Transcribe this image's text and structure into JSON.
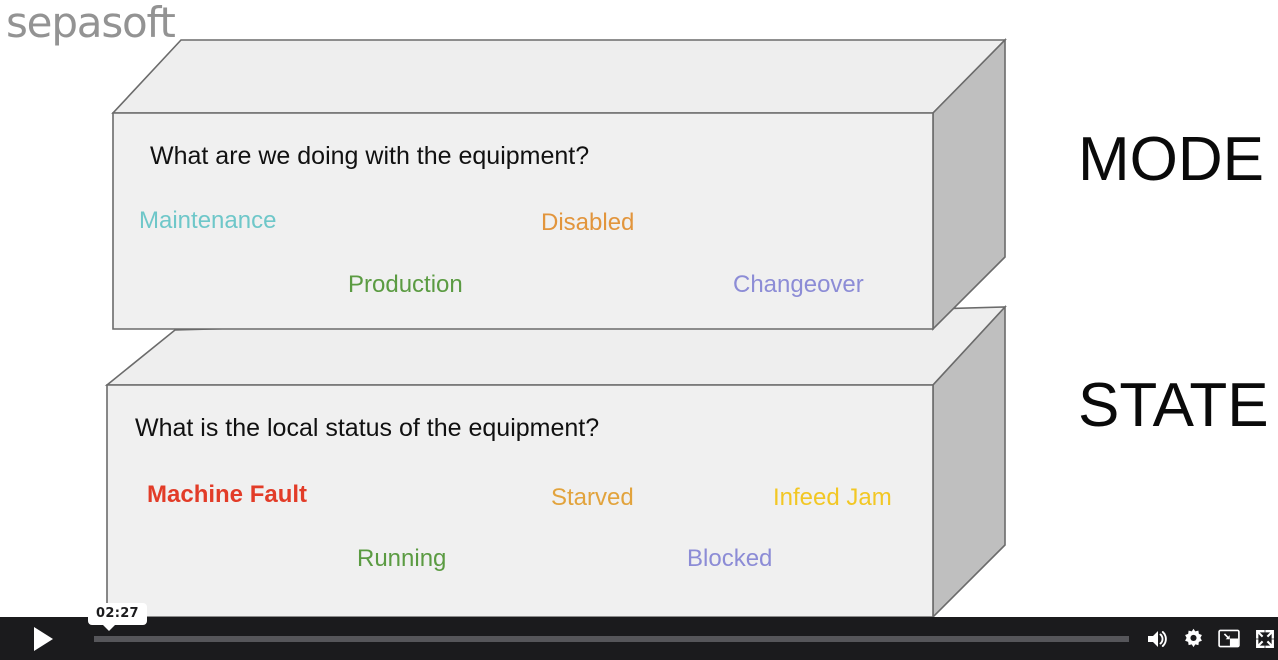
{
  "brand": {
    "logo_text": "sepasoft"
  },
  "diagram": {
    "mode_layer": {
      "side_label": "MODE",
      "question": "What are we doing with the equipment?",
      "chips": [
        {
          "label": "Maintenance",
          "color": "#6ec7c9"
        },
        {
          "label": "Disabled",
          "color": "#e2953c"
        },
        {
          "label": "Production",
          "color": "#5b9b42"
        },
        {
          "label": "Changeover",
          "color": "#8c8cd6"
        }
      ]
    },
    "state_layer": {
      "side_label": "STATE",
      "question": "What is the local status of the equipment?",
      "chips": [
        {
          "label": "Machine Fault",
          "color": "#e23c28"
        },
        {
          "label": "Starved",
          "color": "#e2a33c"
        },
        {
          "label": "Infeed Jam",
          "color": "#f2c724"
        },
        {
          "label": "Running",
          "color": "#5b9b42"
        },
        {
          "label": "Blocked",
          "color": "#8c8cd6"
        }
      ]
    },
    "colors": {
      "face_front": "#f0f0f0",
      "face_top": "#eeeeee",
      "face_side": "#bfbfbf",
      "edge": "#6b6b6b"
    }
  },
  "player": {
    "play_label": "Play",
    "time_tooltip": "02:27",
    "progress_percent": 0,
    "icons": {
      "play": "play-icon",
      "volume": "volume-icon",
      "settings": "gear-icon",
      "picture_in_picture": "picture-in-picture-icon",
      "fullscreen": "fullscreen-icon"
    },
    "bar_color": "#1b1b1d",
    "track_color": "#56565a"
  }
}
